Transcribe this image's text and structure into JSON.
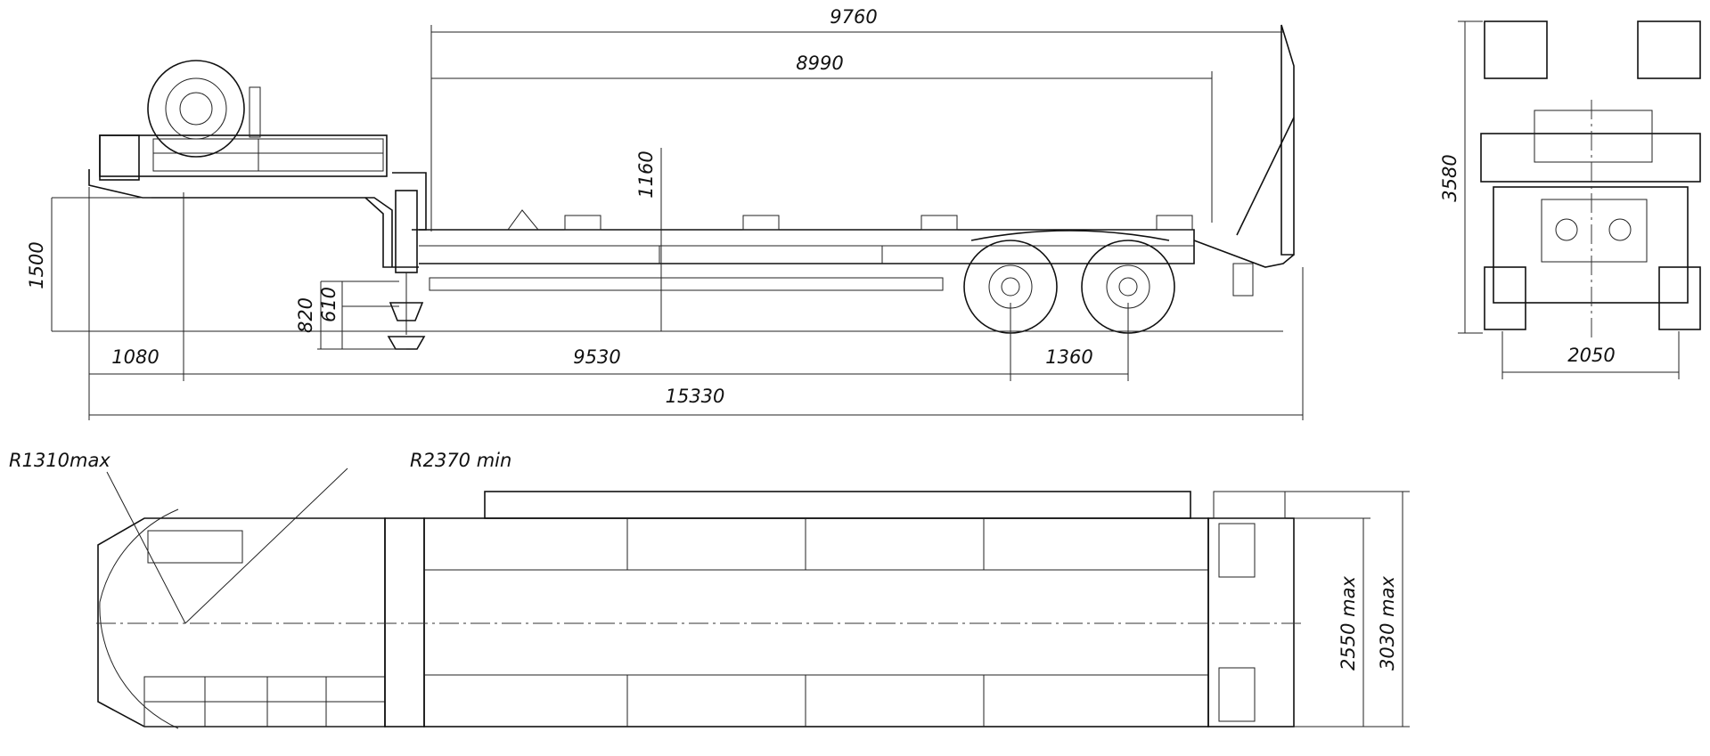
{
  "dimensions": {
    "platform_length_total": "9760",
    "platform_length": "8990",
    "platform_height": "1160",
    "gooseneck_height": "1500",
    "support_height_max": "820",
    "support_height_min": "610",
    "front_overhang": "1080",
    "kingpin_to_axle": "9530",
    "axle_spacing": "1360",
    "overall_length": "15330",
    "overall_height": "3580",
    "track_width": "2050",
    "front_radius": "R1310max",
    "swing_radius": "R2370 min",
    "platform_width": "2550 max",
    "overall_width": "3030 max"
  }
}
